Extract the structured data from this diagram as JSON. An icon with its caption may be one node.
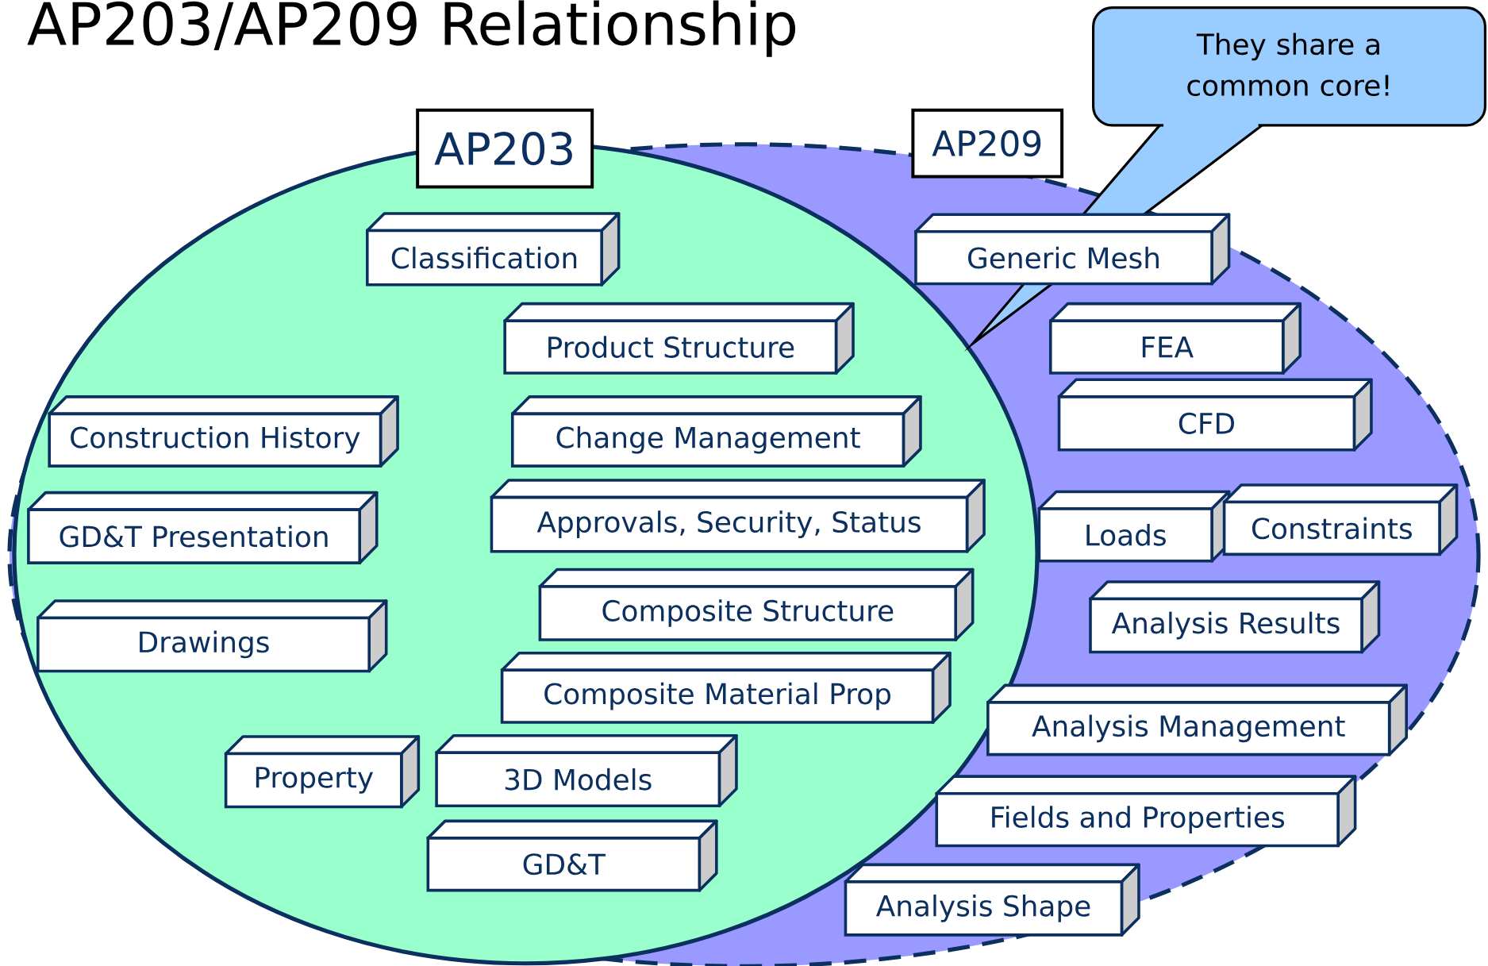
{
  "diagram": {
    "title": "AP203/AP209 Relationship",
    "nodes": [
      {
        "text": [
          "AP209"
        ]
      },
      {
        "text": [
          "AP203"
        ],
        "in": 0
      },
      {
        "text": [
          "They share a common core!"
        ]
      },
      {
        "text": [
          "Classification"
        ],
        "in": 1
      },
      {
        "text": [
          "Product Structure"
        ],
        "in": 1
      },
      {
        "text": [
          "Construction History"
        ],
        "in": 1
      },
      {
        "text": [
          "Change Management"
        ],
        "in": 1
      },
      {
        "text": [
          "GD&T Presentation"
        ],
        "in": 1
      },
      {
        "text": [
          "Approvals, Security, Status"
        ],
        "in": 1
      },
      {
        "text": [
          "Drawings"
        ],
        "in": 1
      },
      {
        "text": [
          "Composite Structure"
        ],
        "in": 1
      },
      {
        "text": [
          "Composite Material Prop"
        ],
        "in": 1
      },
      {
        "text": [
          "Property"
        ],
        "in": 1
      },
      {
        "text": [
          "3D Models"
        ],
        "in": 1
      },
      {
        "text": [
          "GD&T"
        ],
        "in": 1
      },
      {
        "text": [
          "Generic Mesh"
        ],
        "in": 0
      },
      {
        "text": [
          "FEA"
        ],
        "in": 0
      },
      {
        "text": [
          "CFD"
        ],
        "in": 0
      },
      {
        "text": [
          "Loads"
        ],
        "in": 0
      },
      {
        "text": [
          "Constraints"
        ],
        "in": 0
      },
      {
        "text": [
          "Analysis Results"
        ],
        "in": 0
      },
      {
        "text": [
          "Analysis Management"
        ],
        "in": 0
      },
      {
        "text": [
          "Fields and Properties"
        ],
        "in": 0
      },
      {
        "text": [
          "Analysis Shape"
        ],
        "in": 0
      }
    ]
  }
}
